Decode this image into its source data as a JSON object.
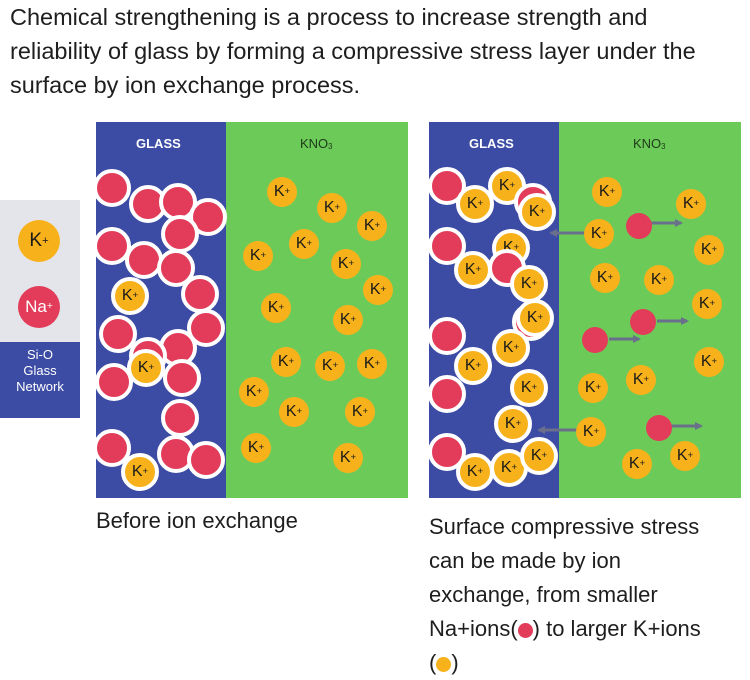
{
  "intro_text": "Chemical strengthening is a process to increase strength and reliability of glass by forming a compressive stress layer under the surface by ion exchange process.",
  "legend": {
    "k_label": "K",
    "k_sup": "+",
    "na_label": "Na",
    "na_sup": "+",
    "network_line1": "Si-O",
    "network_line2": "Glass",
    "network_line3": "Network"
  },
  "panels": {
    "glass_header": "GLASS",
    "kno3_header": "KNO",
    "kno3_sub": "3",
    "ion_k_label": "K",
    "ion_k_sup": "+"
  },
  "captions": {
    "before": "Before ion exchange",
    "after_line1": "Surface compressive stress",
    "after_line2": "can be made by ion",
    "after_line3": "exchange, from smaller",
    "after_line4_a": "Na+ions(",
    "after_line4_b": ") to larger K+ions",
    "after_line5_a": "(",
    "after_line5_b": ")"
  },
  "colors": {
    "glass": "#3c4ba4",
    "kno3": "#6cca58",
    "k_ion": "#f7b21b",
    "na_ion": "#e23c5a",
    "legend_bg": "#e4e5ea",
    "arrow": "#6a6f8c"
  }
}
